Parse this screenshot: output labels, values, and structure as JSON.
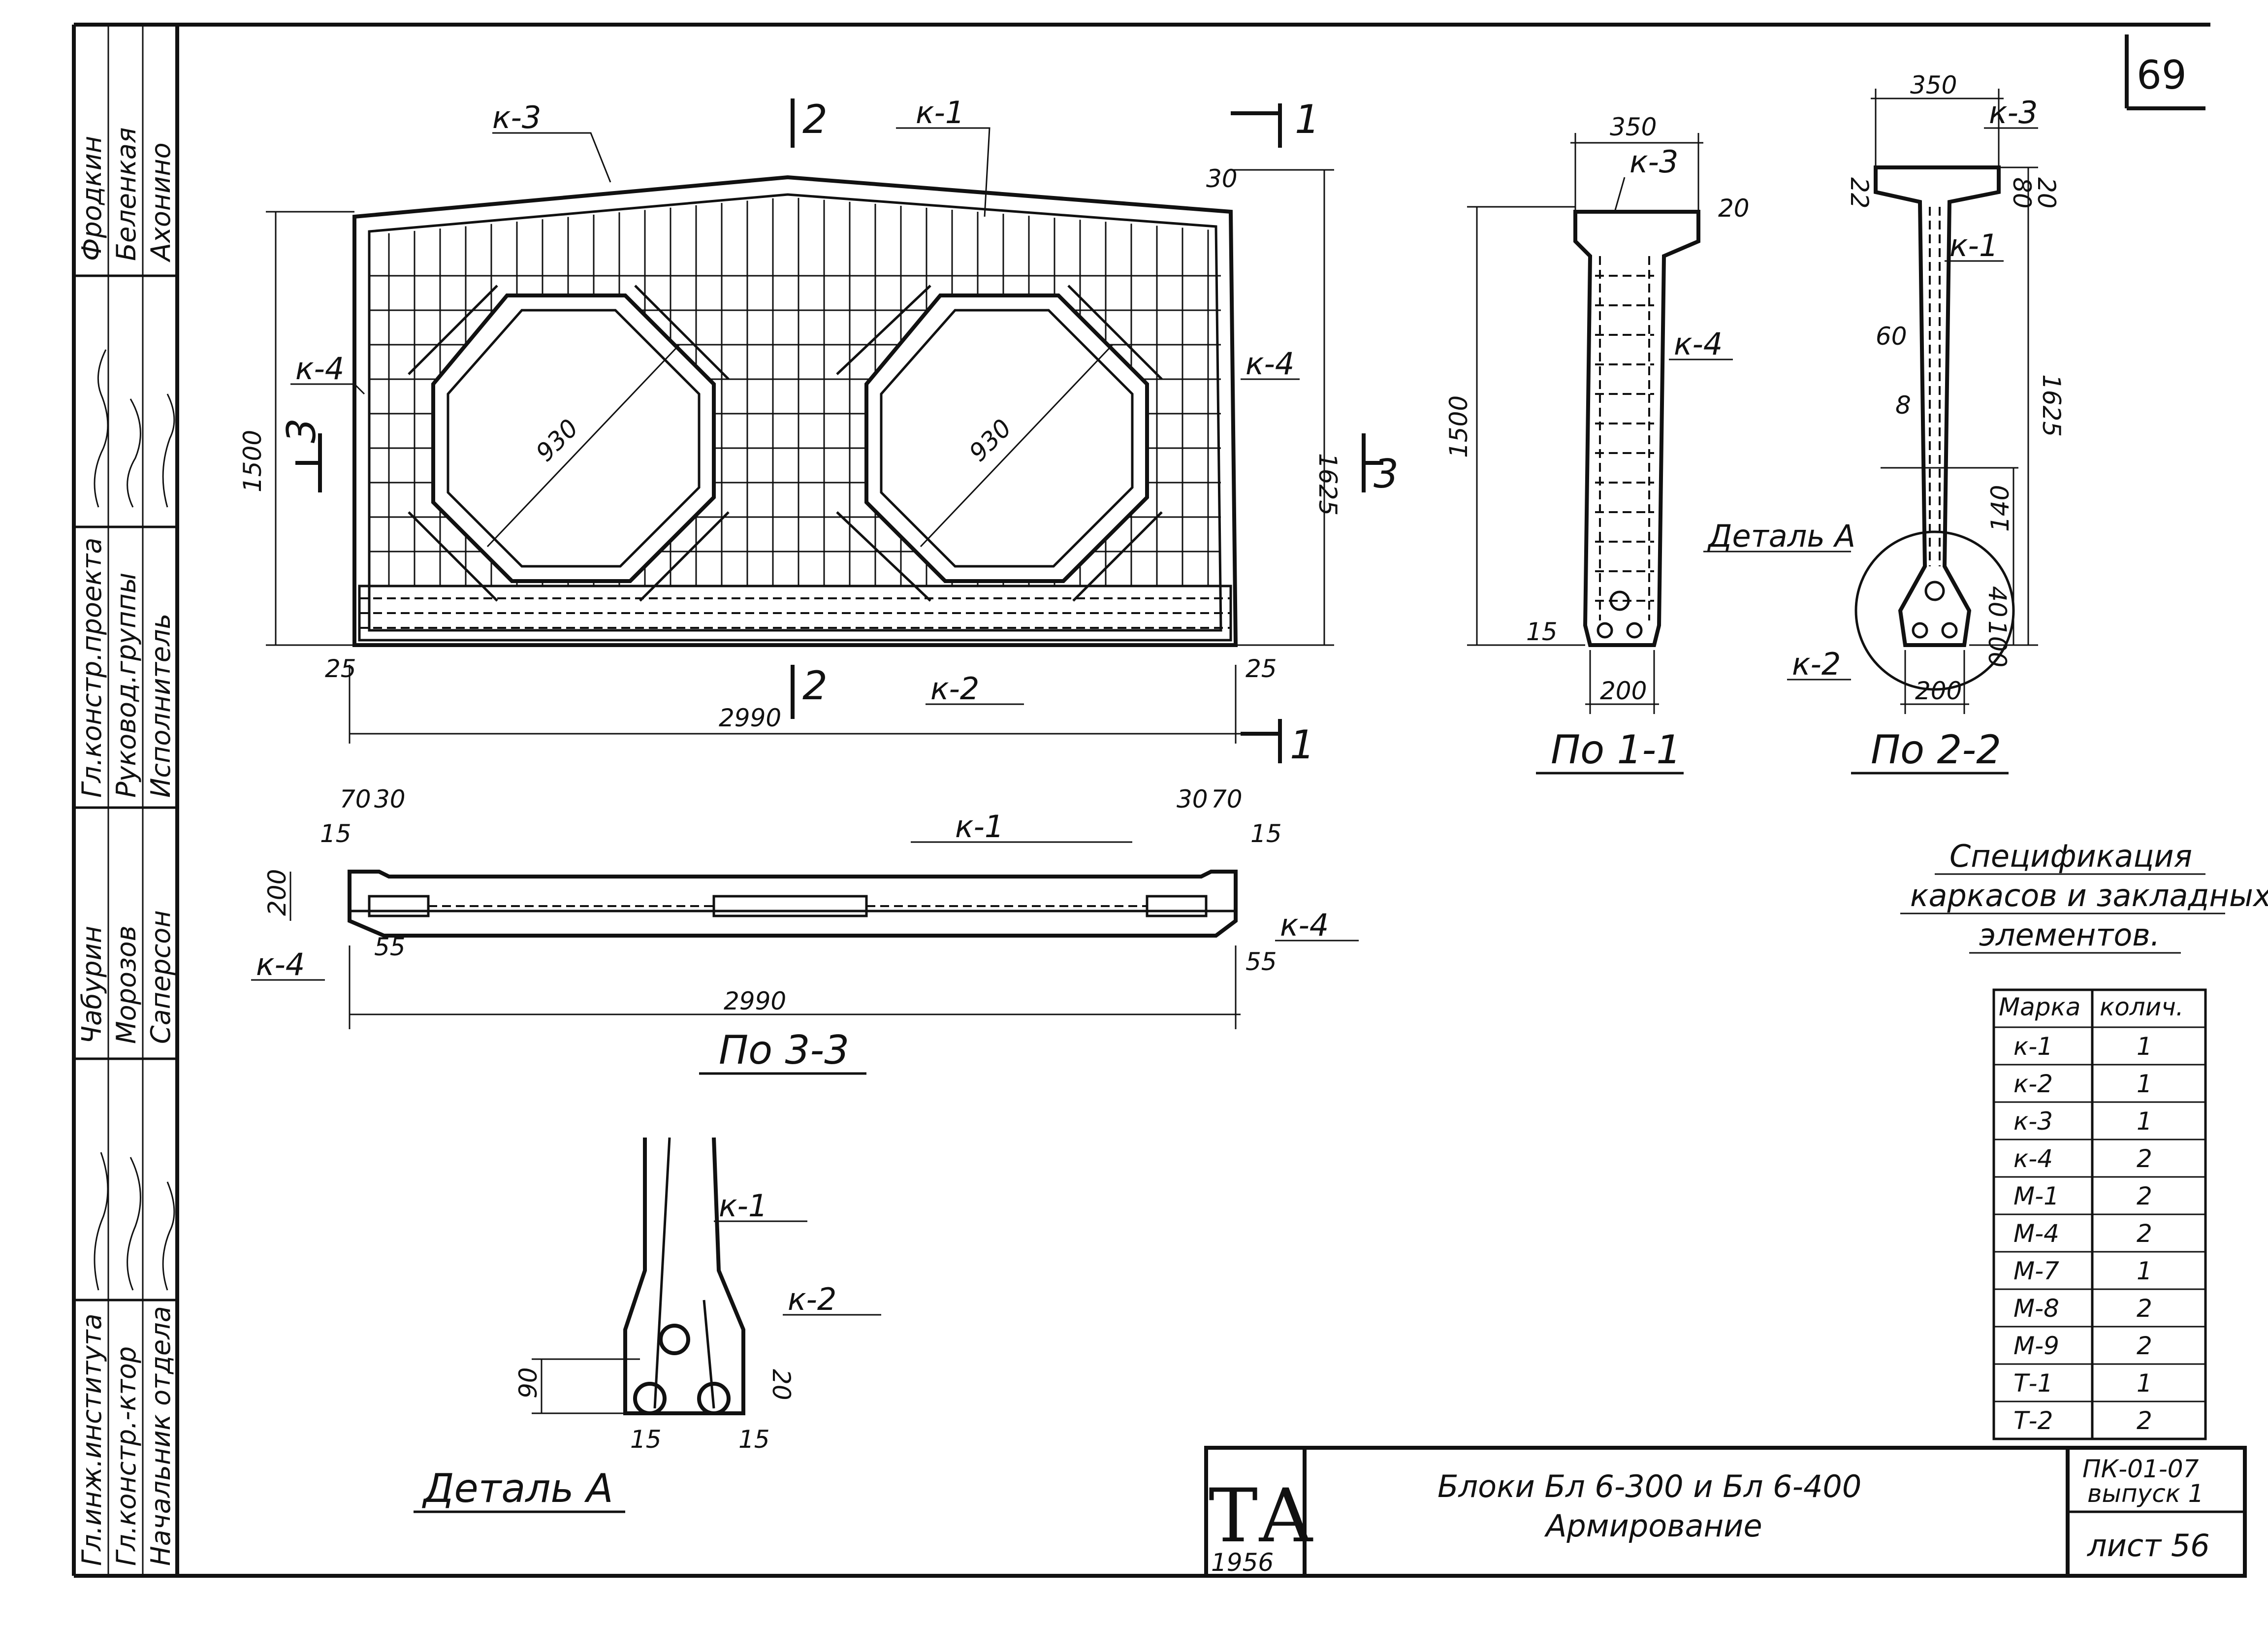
{
  "sheet_number": "69",
  "side_stamp": {
    "column1": [
      "Фродкин",
      "Беленкая",
      "Ахонино"
    ],
    "column2": [
      "Гл.констр.проекта",
      "Руковод.группы",
      "Исполнитель"
    ],
    "column3": [
      "Чабурин",
      "Морозов",
      "Саперсон"
    ],
    "column4": [
      "Гл.инж.института",
      "Гл.констр.-ктор",
      "Начальник отдела"
    ]
  },
  "front_view": {
    "labels": {
      "k1": "к-1",
      "k2": "к-2",
      "k3": "к-3",
      "k4_left": "к-4",
      "k4_right": "к-4"
    },
    "section_marks": {
      "s2_top": "2",
      "s2_bottom": "2",
      "s1_top": "1",
      "s1_bottom": "1",
      "s3_left": "3",
      "s3_right": "3"
    },
    "dims": {
      "opening_left": "930",
      "opening_right": "930",
      "height_left": "1500",
      "height_right": "1625",
      "top_right": "30",
      "bottom_left": "25",
      "bottom_right": "25",
      "length": "2990"
    }
  },
  "section_1_1": {
    "title": "По 1-1",
    "labels": {
      "k3": "к-3",
      "k4": "к-4"
    },
    "dims": {
      "top_width": "350",
      "top_offset": "20",
      "height": "1500",
      "bottom_offset": "15",
      "bottom_width": "200"
    }
  },
  "section_2_2": {
    "title": "По 2-2",
    "labels": {
      "k3": "к-3",
      "k1": "к-1",
      "k2": "к-2",
      "detail": "Деталь А"
    },
    "dims": {
      "top_width": "350",
      "flange": "22",
      "d1": "80",
      "d2": "20",
      "d3": "60",
      "d4": "8",
      "height": "1625",
      "d5": "140",
      "d6": "40",
      "d7": "100",
      "bottom_width": "200"
    }
  },
  "section_3_3": {
    "title": "По 3-3",
    "labels": {
      "k1": "к-1",
      "k4_left": "к-4",
      "k4_right": "к-4"
    },
    "dims": {
      "l70": "70",
      "l30": "30",
      "r30": "30",
      "r70": "70",
      "l15": "15",
      "r15": "15",
      "h": "200",
      "l55": "55",
      "r55": "55",
      "length": "2990"
    }
  },
  "detail_a": {
    "title": "Деталь А",
    "labels": {
      "k1": "к-1",
      "k2": "к-2"
    },
    "dims": {
      "h90": "90",
      "v20": "20",
      "l15": "15",
      "r15": "15"
    }
  },
  "spec": {
    "title_lines": [
      "Спецификация",
      "каркасов и закладных",
      "элементов."
    ],
    "headers": [
      "Марка",
      "колич."
    ],
    "rows": [
      [
        "к-1",
        "1"
      ],
      [
        "к-2",
        "1"
      ],
      [
        "к-3",
        "1"
      ],
      [
        "к-4",
        "2"
      ],
      [
        "М-1",
        "2"
      ],
      [
        "М-4",
        "2"
      ],
      [
        "М-7",
        "1"
      ],
      [
        "М-8",
        "2"
      ],
      [
        "М-9",
        "2"
      ],
      [
        "Т-1",
        "1"
      ],
      [
        "Т-2",
        "2"
      ]
    ]
  },
  "title_block": {
    "logo": "ТА",
    "year": "1956",
    "title_line1": "Блоки Бл 6-300 и Бл 6-400",
    "title_line2": "Армирование",
    "code": "ПК-01-07",
    "issue": "выпуск 1",
    "sheet_label": "лист 56"
  }
}
